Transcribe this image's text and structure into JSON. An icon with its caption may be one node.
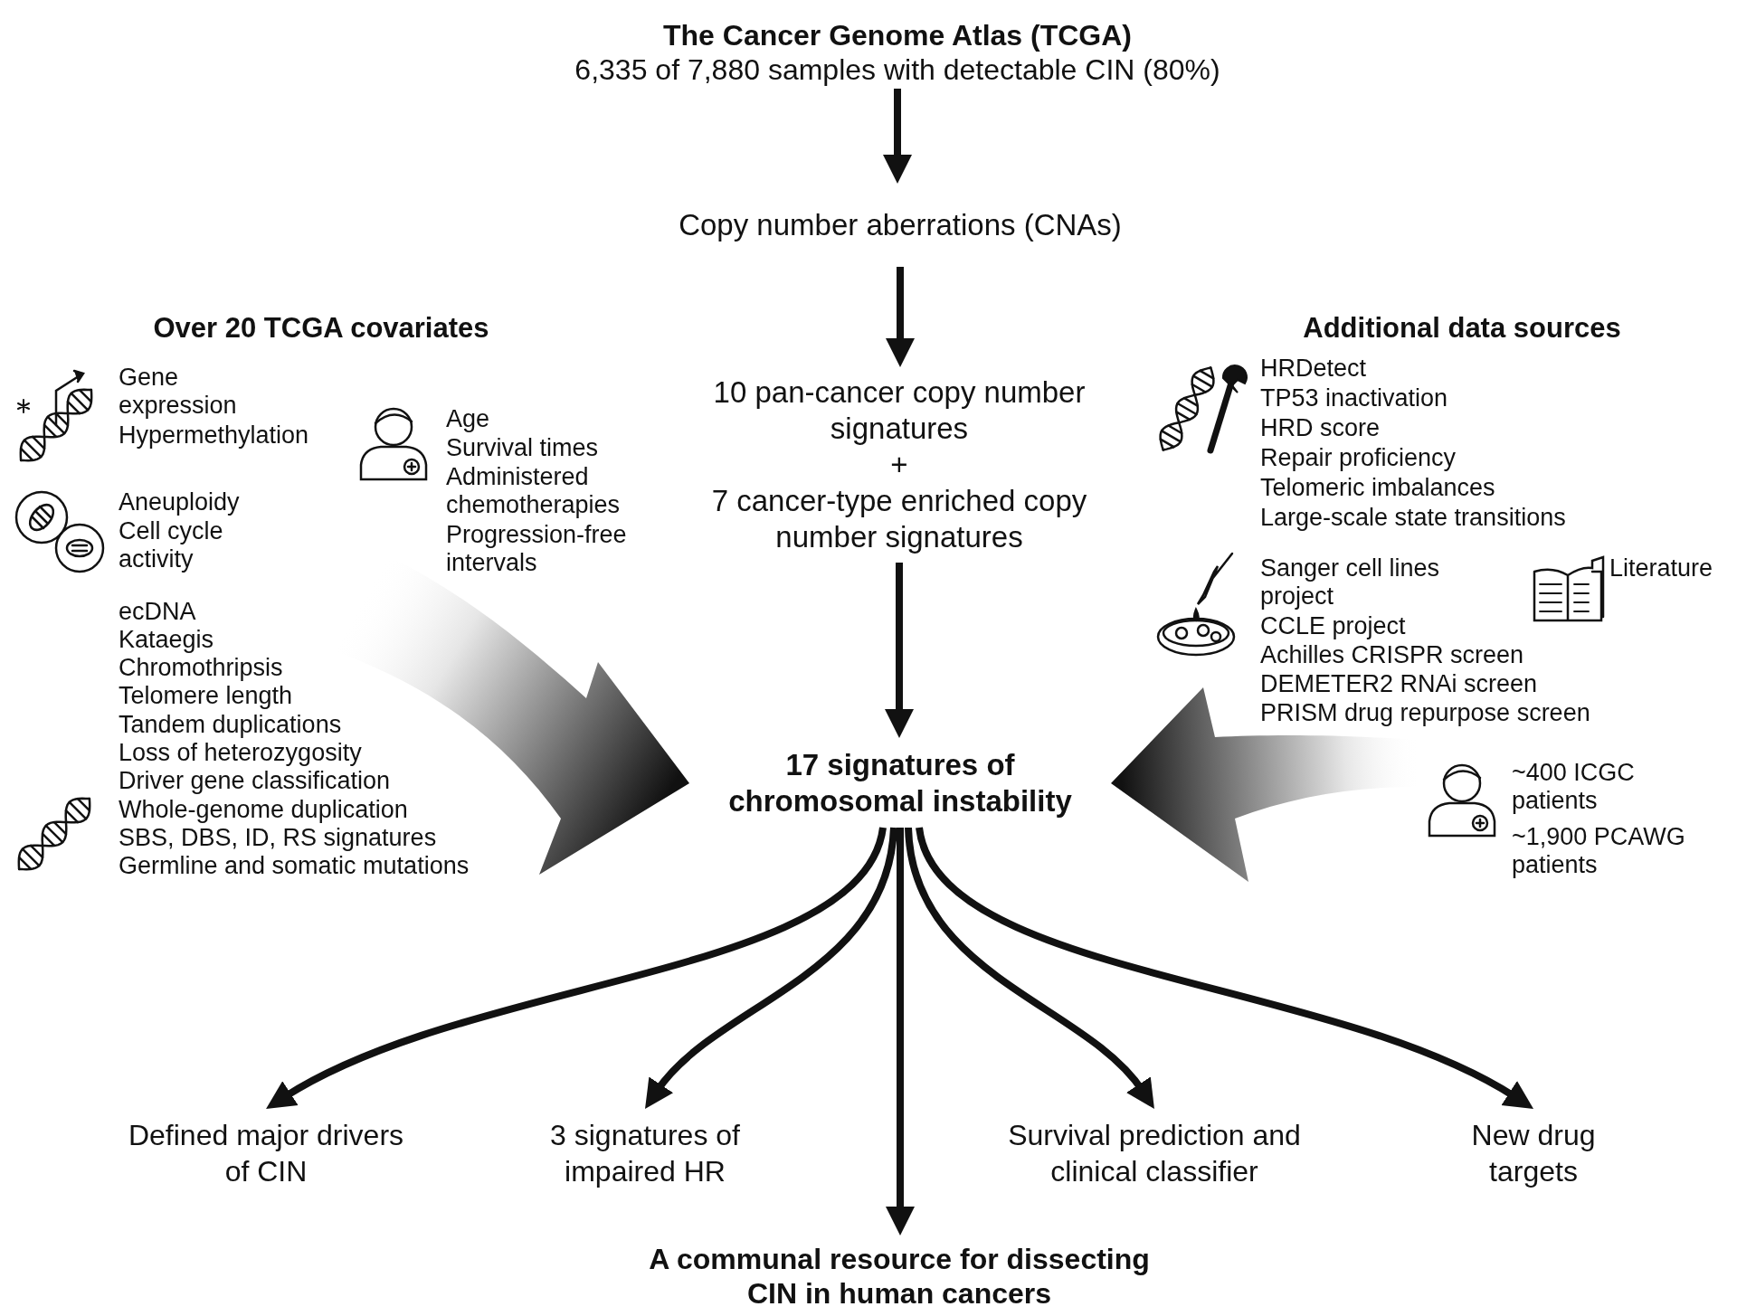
{
  "diagram": {
    "nodes": [
      {
        "text": [
          "The Cancer Genome Atlas (TCGA)",
          "6,335 of 7,880 samples with detectable CIN (80%)"
        ]
      },
      {
        "text": [
          "Copy number aberrations (CNAs)"
        ]
      },
      {
        "text": [
          "10 pan-cancer copy number signatures",
          "+",
          "7 cancer-type enriched copy number signatures"
        ]
      },
      {
        "text": [
          "17 signatures of chromosomal instability"
        ]
      },
      {
        "text": [
          "Over 20 TCGA covariates",
          "Gene expression",
          "Hypermethylation",
          "Aneuploidy",
          "Cell cycle activity",
          "ecDNA",
          "Kataegis",
          "Chromothripsis",
          "Telomere length",
          "Tandem duplications",
          "Loss of heterozygosity",
          "Driver gene classification",
          "Whole-genome duplication",
          "SBS, DBS, ID, RS signatures",
          "Germline and somatic mutations",
          "Age",
          "Survival times",
          "Administered chemotherapies",
          "Progression-free intervals"
        ]
      },
      {
        "text": [
          "Additional data sources",
          "HRDetect",
          "TP53 inactivation",
          "HRD score",
          "Repair proficiency",
          "Telomeric imbalances",
          "Large-scale state transitions",
          "Sanger cell lines project",
          "Literature",
          "CCLE project",
          "Achilles CRISPR screen",
          "DEMETER2 RNAi screen",
          "PRISM drug repurpose screen",
          "~400 ICGC patients",
          "~1,900 PCAWG patients"
        ]
      },
      {
        "text": [
          "Defined major drivers of CIN"
        ]
      },
      {
        "text": [
          "3 signatures of impaired HR"
        ]
      },
      {
        "text": [
          "Survival prediction and clinical classifier"
        ]
      },
      {
        "text": [
          "New drug targets"
        ]
      },
      {
        "text": [
          "A communal resource for dissecting CIN in human cancers"
        ]
      }
    ],
    "edges": [
      {
        "from": 0,
        "to": 1,
        "arrow": "to"
      },
      {
        "from": 1,
        "to": 2,
        "arrow": "to"
      },
      {
        "from": 2,
        "to": 3,
        "arrow": "to"
      },
      {
        "from": 4,
        "to": 3,
        "arrow": "to",
        "style": "thick"
      },
      {
        "from": 5,
        "to": 3,
        "arrow": "to",
        "style": "thick"
      },
      {
        "from": 3,
        "to": 6,
        "arrow": "to"
      },
      {
        "from": 3,
        "to": 7,
        "arrow": "to"
      },
      {
        "from": 3,
        "to": 10,
        "arrow": "to"
      },
      {
        "from": 3,
        "to": 8,
        "arrow": "to"
      },
      {
        "from": 3,
        "to": 9,
        "arrow": "to"
      }
    ]
  }
}
